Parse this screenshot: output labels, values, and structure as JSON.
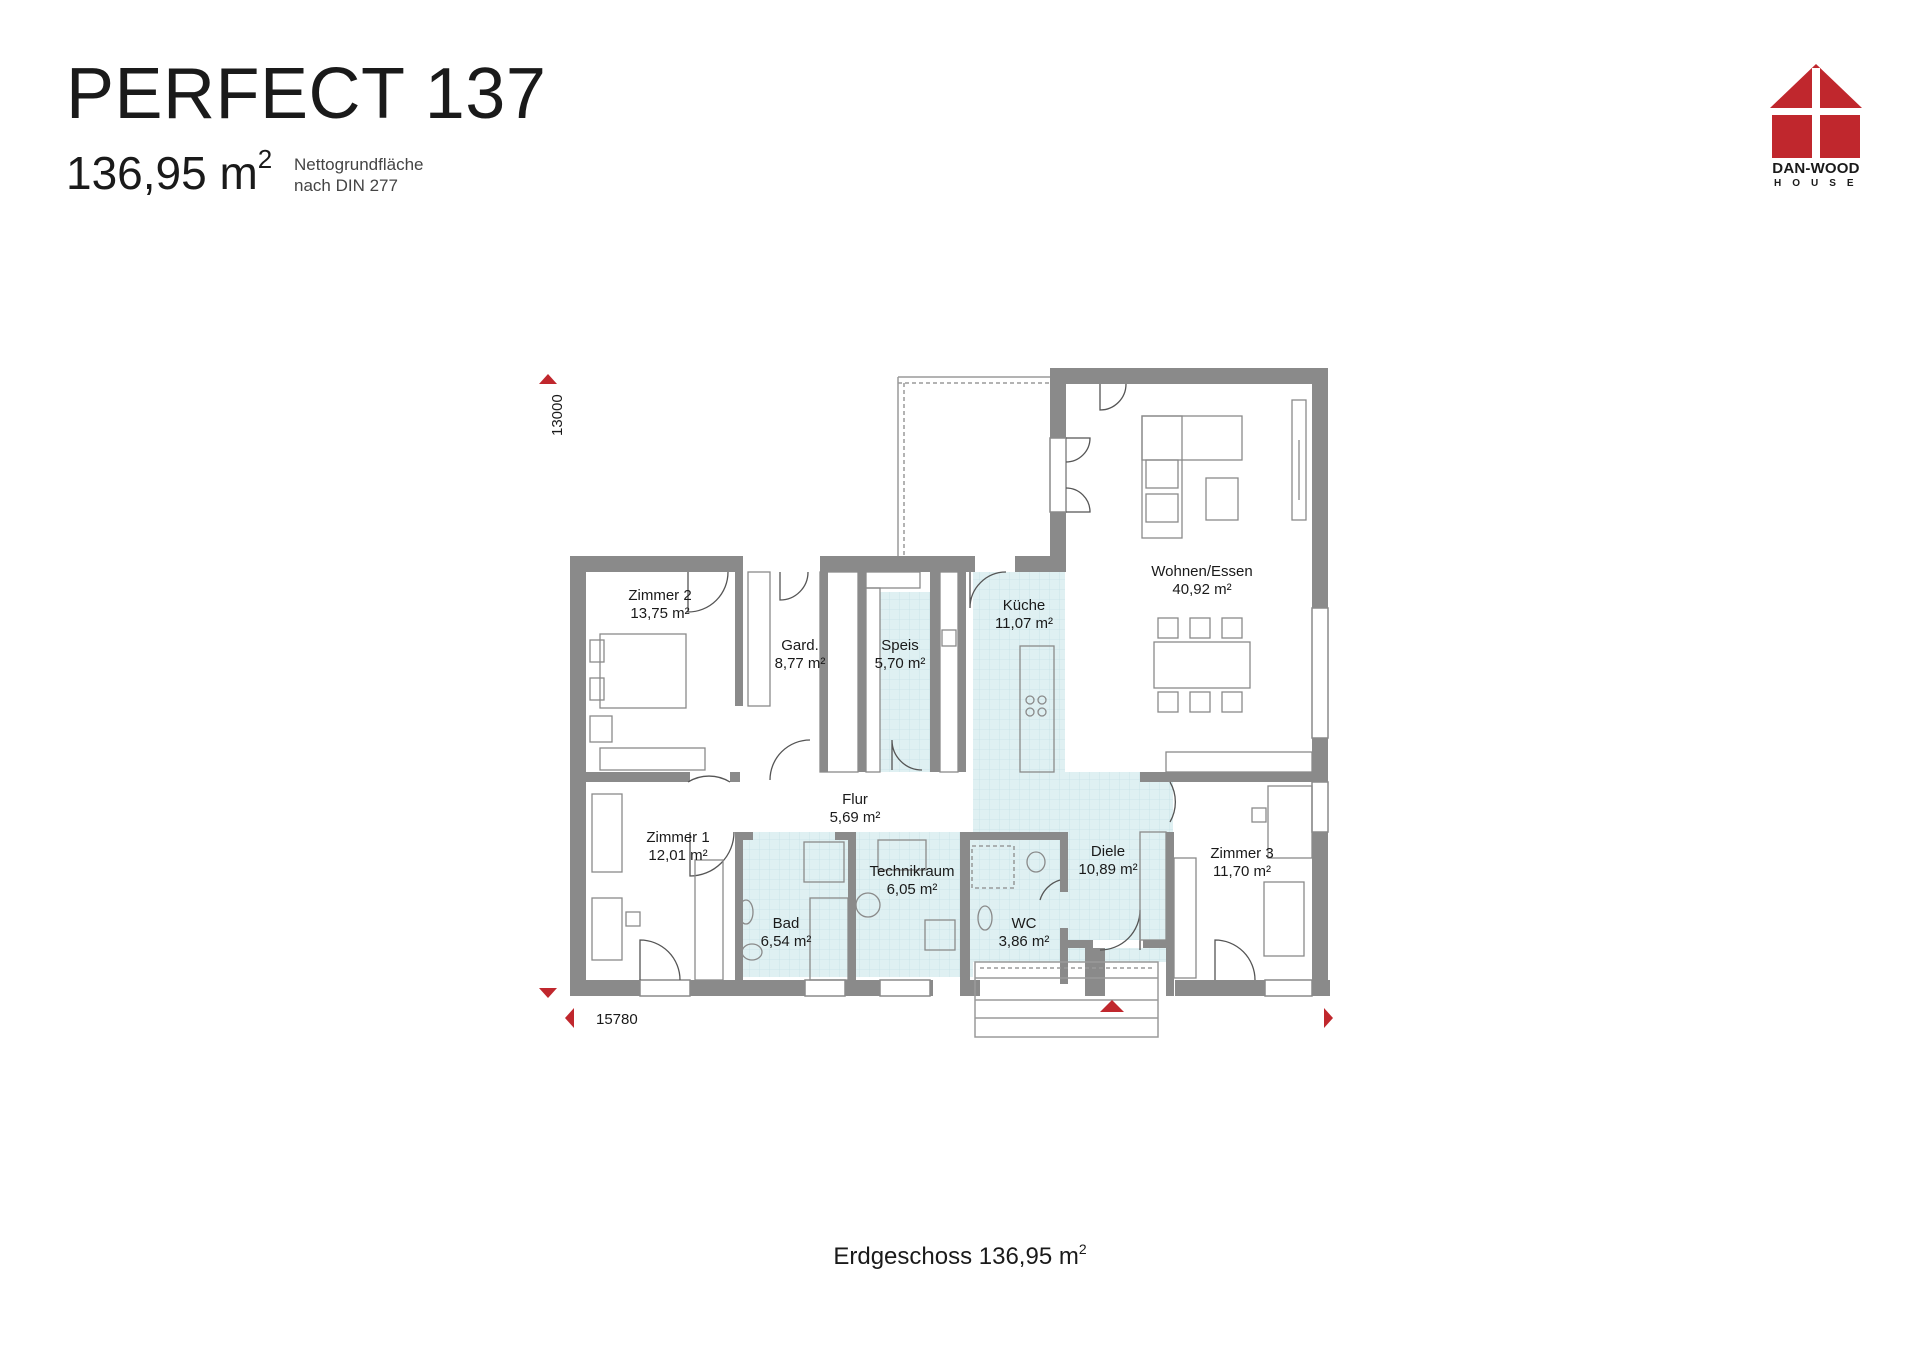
{
  "header": {
    "title": "PERFECT 137",
    "area_value": "136,95 m",
    "area_sup": "2",
    "area_note_line1": "Nettogrundfläche",
    "area_note_line2": "nach DIN 277"
  },
  "logo": {
    "brand_line1": "DAN-WOOD",
    "brand_line2": "HOUSE",
    "color": "#c0272d"
  },
  "plan": {
    "dimension_width": "15780",
    "dimension_height": "13000",
    "rooms": [
      {
        "name": "Zimmer 2",
        "area": "13,75 m²"
      },
      {
        "name": "Gard.",
        "area": "8,77 m²"
      },
      {
        "name": "Speis",
        "area": "5,70 m²"
      },
      {
        "name": "Küche",
        "area": "11,07 m²"
      },
      {
        "name": "Wohnen/Essen",
        "area": "40,92 m²"
      },
      {
        "name": "Flur",
        "area": "5,69 m²"
      },
      {
        "name": "Zimmer 1",
        "area": "12,01 m²"
      },
      {
        "name": "Technikraum",
        "area": "6,05 m²"
      },
      {
        "name": "Bad",
        "area": "6,54 m²"
      },
      {
        "name": "WC",
        "area": "3,86 m²"
      },
      {
        "name": "Diele",
        "area": "10,89 m²"
      },
      {
        "name": "Zimmer 3",
        "area": "11,70 m²"
      }
    ],
    "colors": {
      "wall": "#8a8a8a",
      "tile": "#dff0f2",
      "marker": "#c0272d"
    }
  },
  "caption": {
    "text": "Erdgeschoss 136,95 m",
    "sup": "2"
  }
}
